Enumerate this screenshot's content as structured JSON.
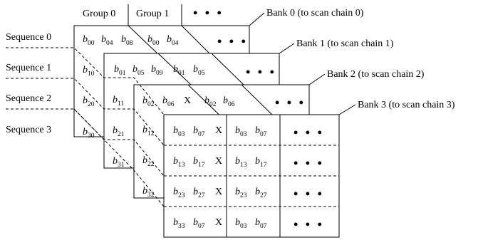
{
  "groups": [
    "Group 0",
    "Group 1"
  ],
  "ellipsis": "• • •",
  "sequences": [
    "Sequence 0",
    "Sequence 1",
    "Sequence 2",
    "Sequence 3"
  ],
  "banks": [
    "Bank 0 (to scan chain 0)",
    "Bank 1 (to scan chain 1)",
    "Bank 2 (to scan chain 2)",
    "Bank 3 (to scan chain 3)"
  ],
  "var": "b",
  "x_mark": "X",
  "bank0_row0": [
    "00",
    "04",
    "08",
    "00",
    "04"
  ],
  "bank0_col": [
    "10",
    "20",
    "30"
  ],
  "bank1_row0": [
    "01",
    "05",
    "09",
    "01",
    "05"
  ],
  "bank1_col": [
    "11",
    "21",
    "31"
  ],
  "bank2_row0": [
    "02",
    "06",
    "02",
    "06"
  ],
  "bank2_col": [
    "12",
    "22",
    "32"
  ],
  "bank3_rows": [
    [
      "03",
      "07",
      "03",
      "07"
    ],
    [
      "13",
      "17",
      "13",
      "17"
    ],
    [
      "23",
      "27",
      "23",
      "27"
    ],
    [
      "33",
      "07",
      "03",
      "07"
    ]
  ]
}
